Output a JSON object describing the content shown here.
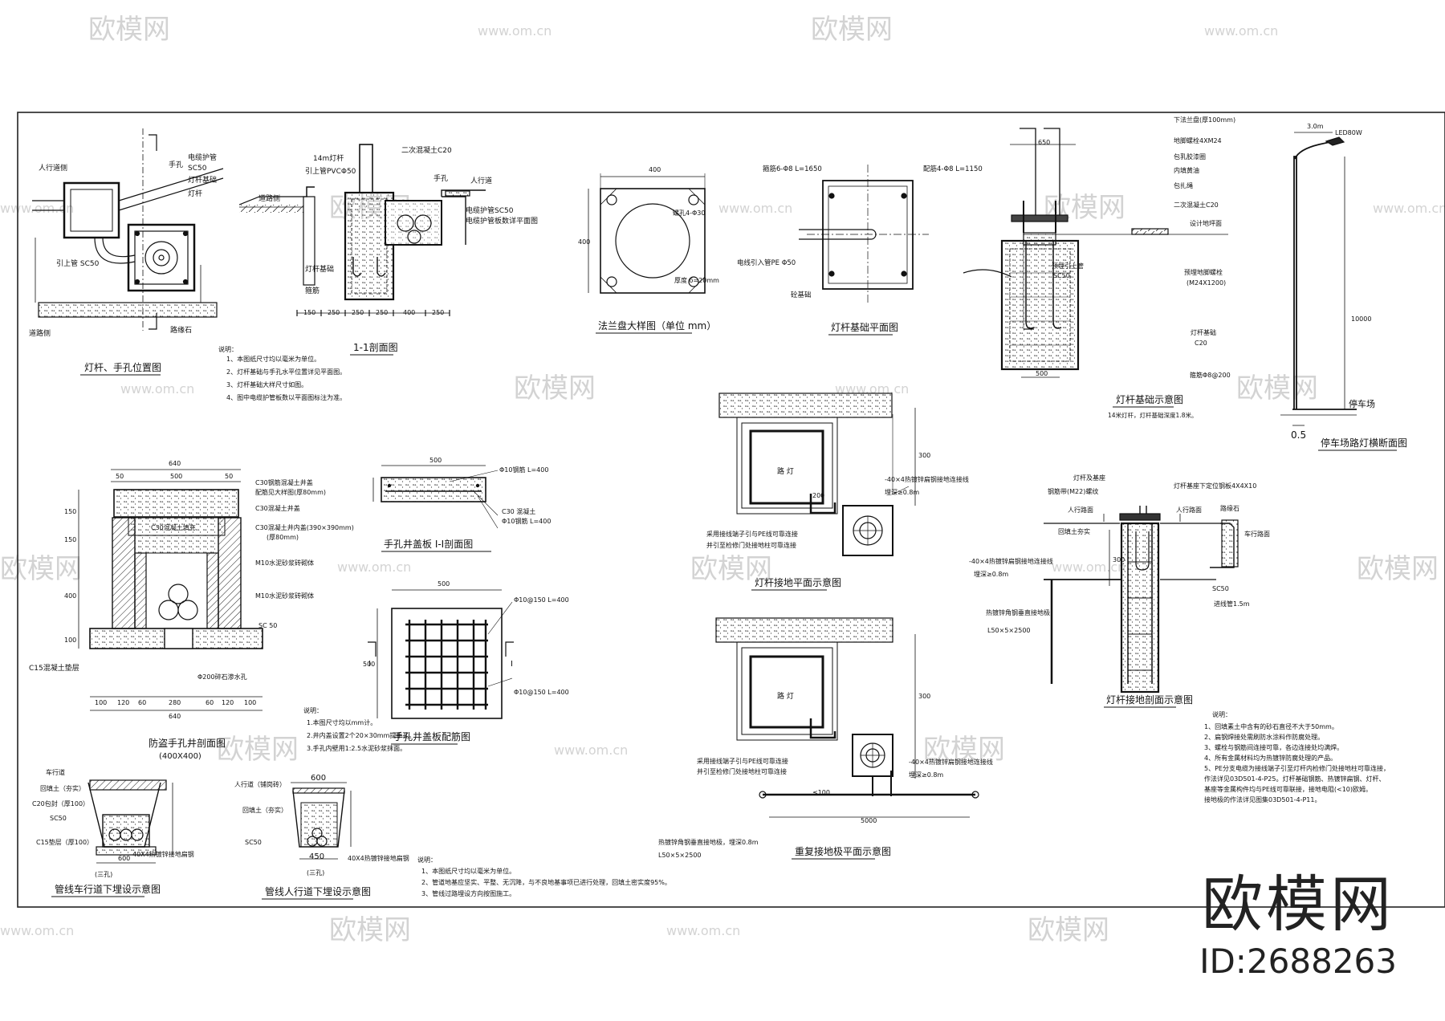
{
  "watermark": {
    "logo_text": "欧模网",
    "site": "www.om.cn"
  },
  "brand": {
    "name": "欧模网",
    "id": "ID:2688263"
  },
  "panels": {
    "pole_hand_hole_position": {
      "title": "灯杆、手孔位置图",
      "labels": [
        "人行道侧",
        "手孔",
        "电缆护管",
        "SC50",
        "灯杆基础",
        "灯杆",
        "引上管 SC50",
        "道路侧",
        "路缘石"
      ]
    },
    "section_1_1": {
      "title": "1-1剖面图",
      "labels": [
        "14m灯杆",
        "引上管PVCΦ50",
        "二次混凝土C20",
        "手孔",
        "人行道",
        "道路侧",
        "电缆护管SC50",
        "电缆护管板数详平面图",
        "灯杆基础",
        "箍筋"
      ],
      "dims": [
        "150",
        "250",
        "250",
        "250",
        "400",
        "250"
      ]
    },
    "flange": {
      "title": "法兰盘大样图（单位 mm）",
      "labels": [
        "螺孔4-Φ30",
        "厚度 δ=20mm"
      ],
      "dims": [
        "400",
        "400"
      ]
    },
    "foundation_plan": {
      "title": "灯杆基础平面图",
      "labels": [
        "箍筋6-Φ8 L=1650",
        "配筋4-Φ8 L=1150",
        "电线引入管PE Φ50",
        "砼基础"
      ]
    },
    "foundation_detail": {
      "title": "灯杆基础示意图",
      "subtitle": "14米灯杆，灯杆基础深度1.8米。",
      "labels": [
        "下法兰盘(厚100mm)",
        "地脚螺栓4XM24",
        "包乳胶漆圈",
        "内填黄油",
        "包扎绳",
        "二次混凝土C20",
        "设计地坪面",
        "预埋地脚螺栓",
        "(M24X1200)",
        "灯杆基础",
        "C20",
        "箍筋Φ8@200",
        "预埋引上管",
        "SC50"
      ],
      "dims": [
        "650",
        "500"
      ]
    },
    "parking_lamp": {
      "title": "停车场路灯横断面图",
      "labels": [
        "LED80W",
        "停车场"
      ],
      "dims": [
        "3.0m",
        "10000",
        "0.5"
      ]
    },
    "notes_top": {
      "heading": "说明：",
      "lines": [
        "1、本图纸尺寸均以毫米为单位。",
        "2、灯杆基础与手孔水平位置详见平面图。",
        "3、灯杆基础大样尺寸如图。",
        "4、图中电缆护管板数以平面图标注为准。"
      ]
    },
    "grounding_plan": {
      "title": "灯杆接地平面示意图",
      "labels": [
        "路 灯",
        "-40×4热镀锌扁钢接地连接线",
        "埋深≥0.8m",
        "采用接线端子引与PE线可靠连接",
        "并引至检修门处接地柱可靠连接",
        "200"
      ],
      "dims": [
        "300"
      ]
    },
    "hand_hole": {
      "title": "防盗手孔井剖面图",
      "subtitle": "(400X400)",
      "labels": [
        "C30钢筋混凝土井盖",
        "配筋见大样图(厚80mm)",
        "C30混凝土井盖",
        "C30混凝土井内盖(390×390mm)",
        "(厚80mm)",
        "M10水泥砂浆砖砌体",
        "M10水泥砂浆砖砌体",
        "SC 50",
        "C15混凝土垫层",
        "Φ200碎石渗水孔",
        "C30混凝土填充"
      ],
      "dims_top": [
        "640",
        "50",
        "500",
        "50"
      ],
      "dims_bottom": [
        "100",
        "120",
        "60",
        "280",
        "60",
        "120",
        "100"
      ],
      "dims_total": "640",
      "dims_left": [
        "150",
        "150",
        "400",
        "100"
      ]
    },
    "cover_section": {
      "title": "手孔井盖板 I-I剖面图",
      "labels": [
        "Φ10钢筋 L=400",
        "C30 混凝土",
        "Φ10钢筋 L=400"
      ],
      "dims": [
        "500"
      ]
    },
    "cover_rebar": {
      "title": "手孔井盖板配筋图",
      "labels": [
        "Φ10@150 L=400",
        "Φ10@150 L=400",
        "I",
        "I"
      ],
      "dims": [
        "500",
        "500"
      ]
    },
    "notes_hand_hole": {
      "heading": "说明：",
      "lines": [
        "1.本图尺寸均以mm计。",
        "2.井内盖设置2个20×30mm提手孔。",
        "3.手孔内壁用1:2.5水泥砂浆抹面。"
      ]
    },
    "grounding_section": {
      "title": "灯杆接地剖面示意图",
      "labels": [
        "灯杆及基座",
        "灯杆基座下定位钢板4X4X10",
        "钢筋带(M22)螺纹",
        "人行路面",
        "人行路面",
        "路缘石",
        "车行路面",
        "回填土夯实",
        "-40×4热镀锌扁钢接地连接线",
        "埋深≥0.8m",
        "SC50",
        "进线管1.5m",
        "热镀锌角钢垂直接地极",
        "L50×5×2500"
      ],
      "dims": [
        "300"
      ]
    },
    "notes_grounding": {
      "heading": "说明：",
      "lines": [
        "1、回填素土中含有的砂石直径不大于50mm。",
        "2、扁钢焊接处需刷防水涂料作防腐处理。",
        "3、螺栓与钢筋间连接可靠，各边连接处均满焊。",
        "4、所有金属材料均为热镀锌防腐处理的产品。",
        "5、PE分支电缆为接线端子引至灯杆内检修门处接地柱可靠连接，",
        "作法详见03D501-4-P25。灯杆基础钢筋、热镀锌扁钢、灯杆、",
        "基座等金属构件均与PE线可靠联接，接地电阻(<10)欧姆。",
        "接地极的作法详见图集03D501-4-P11。"
      ]
    },
    "repeat_grounding": {
      "title": "重复接地极平面示意图",
      "labels": [
        "路 灯",
        "采用接线端子引与PE线可靠连接",
        "并引至检修门处接地柱可靠连接",
        "-40×4热镀锌扁钢接地连接线",
        "埋深≥0.8m",
        "热镀锌角钢垂直接地极，埋深0.8m",
        "L50×5×2500",
        "≤100"
      ],
      "dims": [
        "300",
        "5000"
      ]
    },
    "roadway_trench": {
      "title": "管线车行道下埋设示意图",
      "subtitle": "(三孔)",
      "labels": [
        "车行道",
        "回填土（夯实）",
        "C20包封（厚100）",
        "SC50",
        "C15垫层（厚100）",
        "40X4热镀锌接地扁钢"
      ],
      "dims": [
        "600"
      ]
    },
    "sidewalk_trench": {
      "title": "管线人行道下埋设示意图",
      "subtitle": "(三孔)",
      "labels": [
        "人行道（铺岗砖）",
        "回填土（夯实）",
        "SC50",
        "40X4热镀锌接地扁钢"
      ],
      "dims": [
        "600",
        "450"
      ]
    },
    "notes_trench": {
      "heading": "说明：",
      "lines": [
        "1、本图纸尺寸均以毫米为单位。",
        "2、管道地基应坚实、平整、无沉降，与不良地基事项已进行处理，回填土密实度95%。",
        "3、管线过路埋设方向按图施工。"
      ]
    }
  }
}
